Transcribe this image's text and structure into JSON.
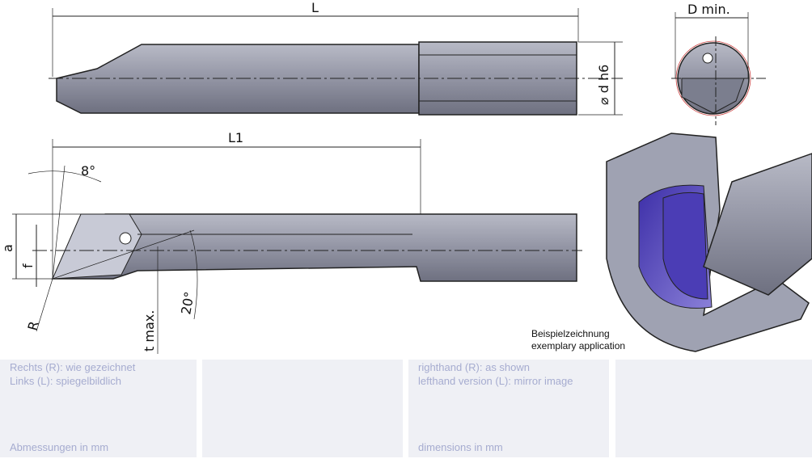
{
  "drawing": {
    "labels": {
      "L": "L",
      "L1": "L1",
      "d_h6": "⌀ d h6",
      "d_min": "D min.",
      "angle_8": "8°",
      "angle_20": "20°",
      "a": "a",
      "f": "f",
      "R": "R",
      "t_max": "t max."
    },
    "caption": {
      "de": "Beispielzeichnung",
      "en": "exemplary application"
    }
  },
  "panels": {
    "de": {
      "line1": "Rechts (R): wie gezeichnet",
      "line2": "Links (L): spiegelbildlich",
      "units": "Abmessungen in mm"
    },
    "en": {
      "line1": "righthand (R): as shown",
      "line2": "lefthand version (L): mirror image",
      "units": "dimensions in mm"
    }
  },
  "colors": {
    "tool_body": "#8d90a0",
    "insert_blue": "#5b4fc0",
    "panel_bg": "#eff0f5",
    "panel_text": "#a6acd0"
  }
}
